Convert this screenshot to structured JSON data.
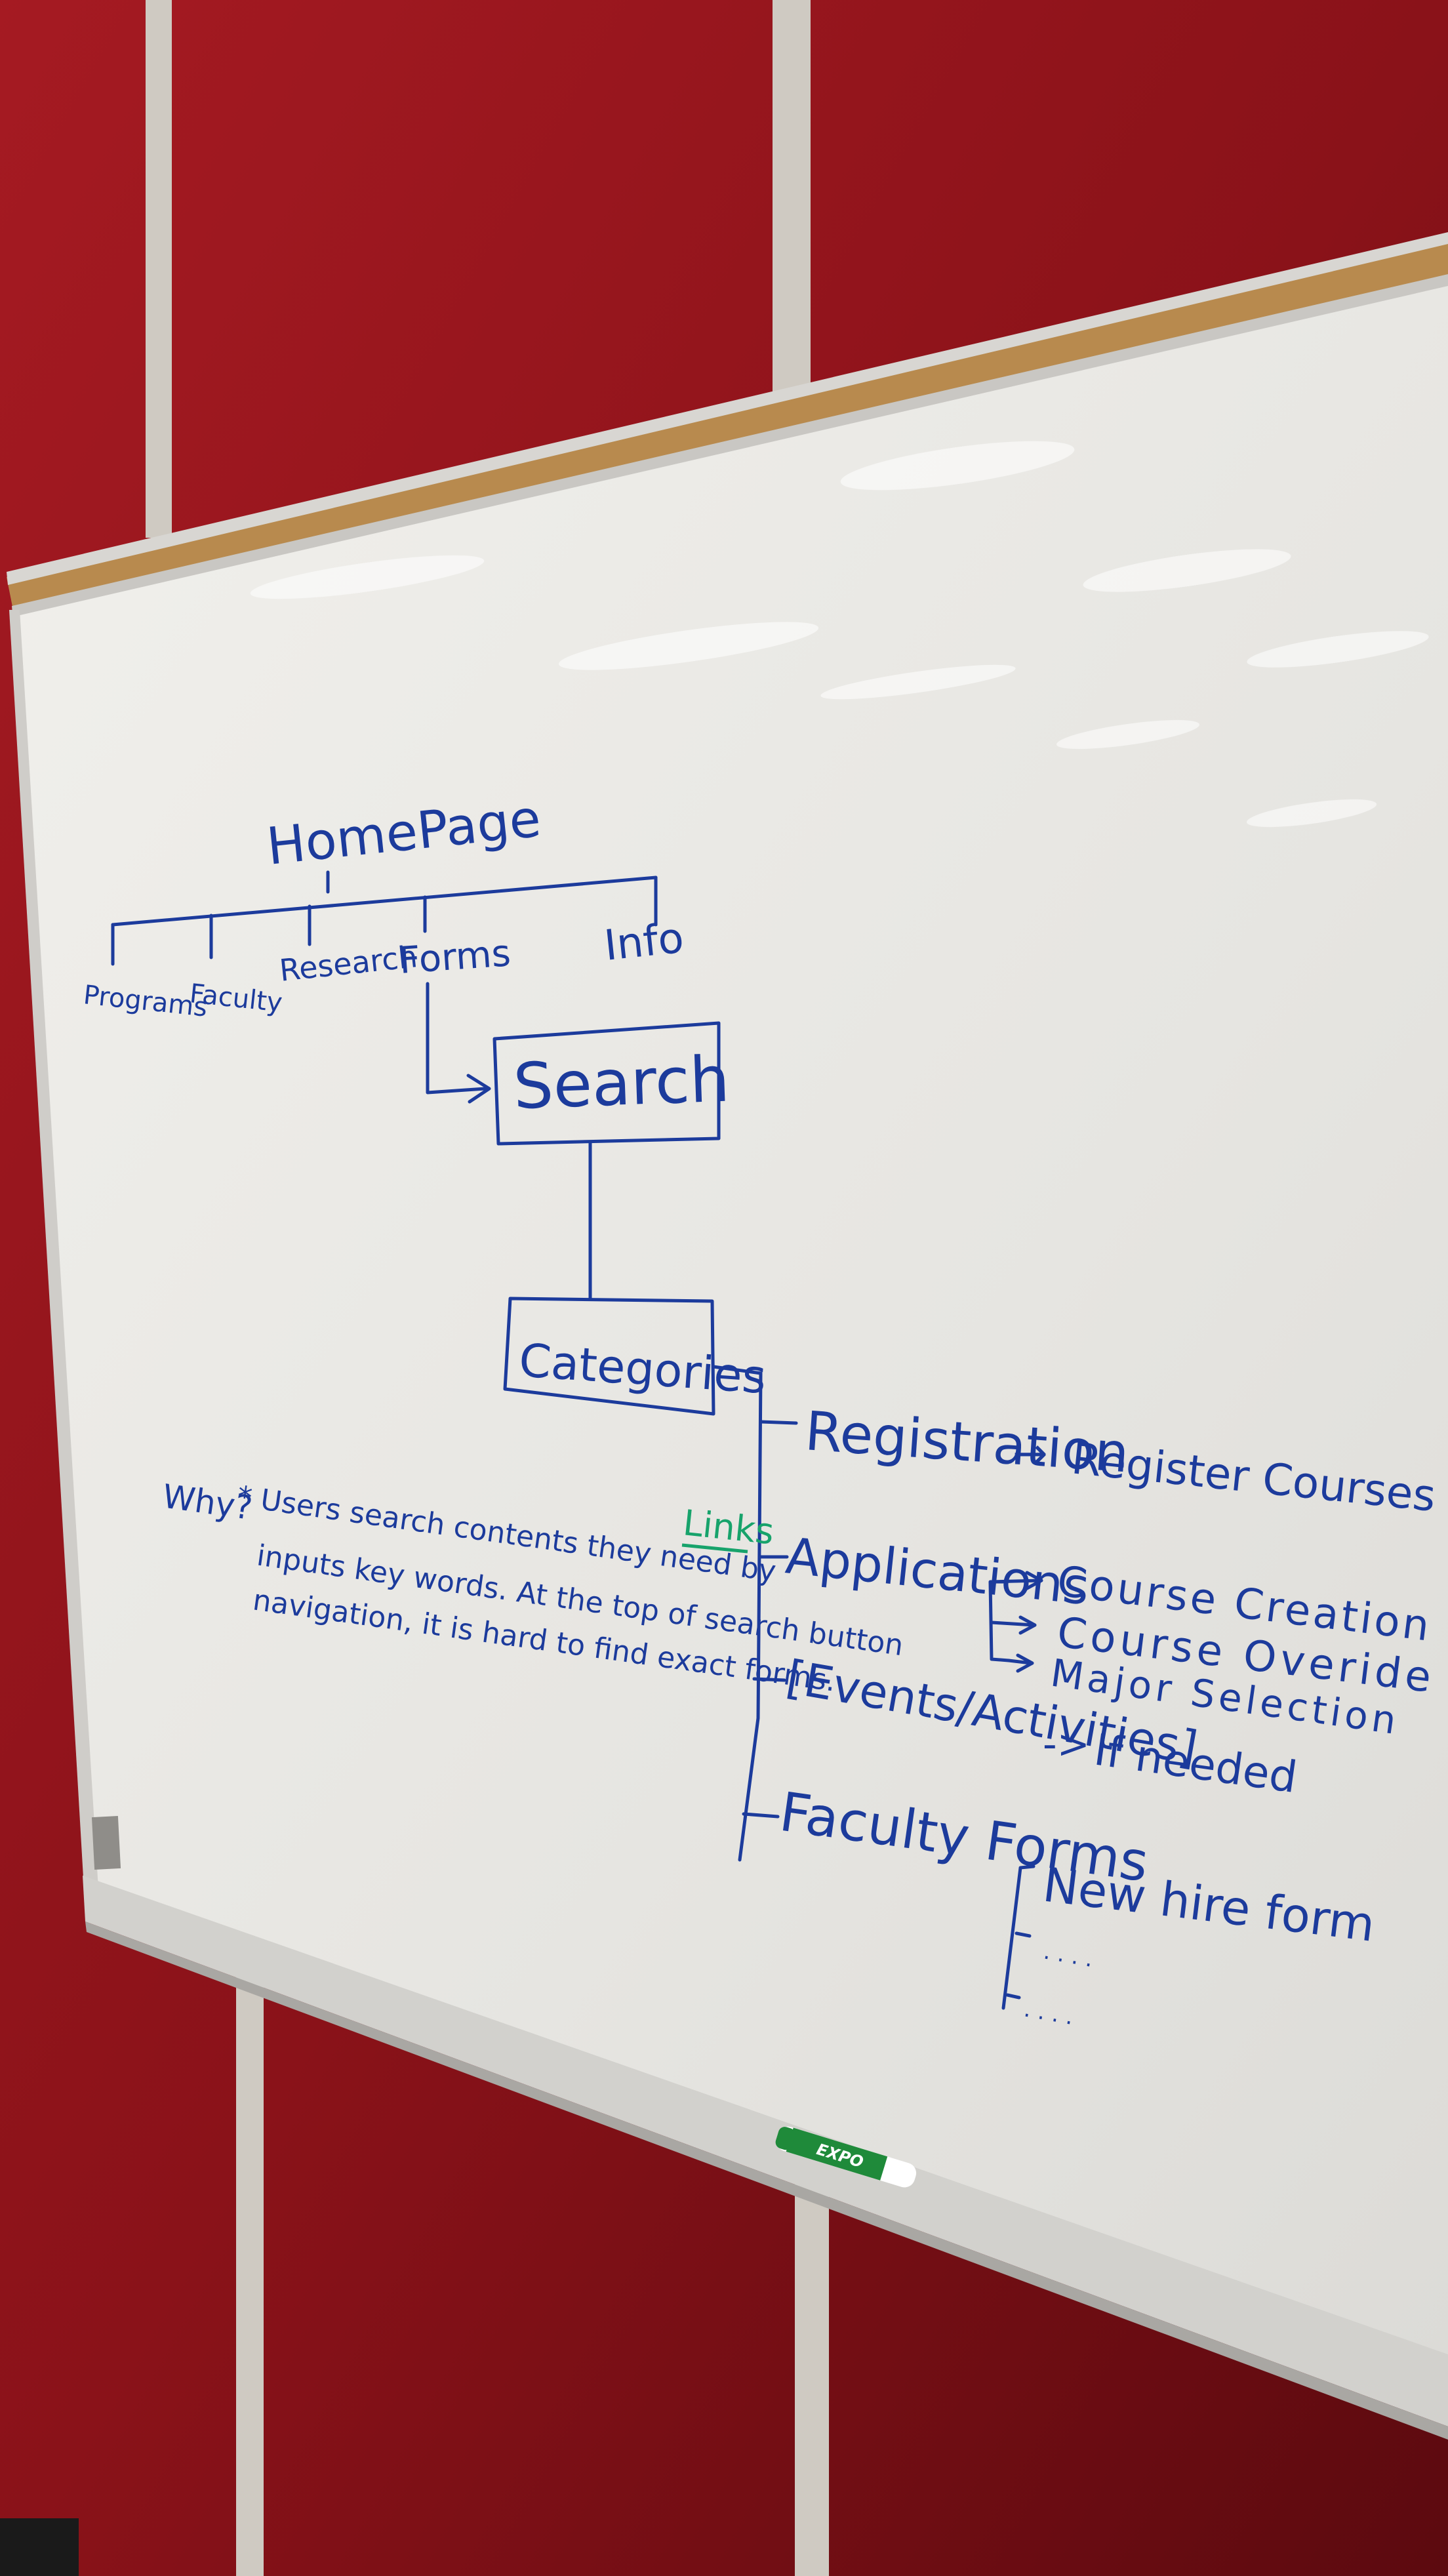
{
  "diagram": {
    "root": "HomePage",
    "nav_items": [
      "Programs",
      "Faculty",
      "Research",
      "Forms",
      "Info"
    ],
    "search_box": "Search",
    "categories_box": "Categories",
    "links_label": "Links",
    "categories": [
      {
        "label": "Registration",
        "arrow": "→",
        "targets": [
          "Register Courses"
        ]
      },
      {
        "label": "Applications",
        "arrow": "→",
        "targets": [
          "Course Creation",
          "Course Overide",
          "Major Selection"
        ]
      },
      {
        "label": "[Events/Activities]",
        "arrow": "->",
        "targets": [
          "If needed"
        ]
      },
      {
        "label": "Faculty Forms",
        "arrow": "",
        "targets": [
          "New hire form",
          ". . . .",
          ". . . ."
        ]
      }
    ],
    "note": {
      "why": "Why?",
      "lines": [
        "* Users search contents they need by",
        "inputs key words. At the top of search button",
        "navigation, it is hard to find exact forms."
      ]
    }
  },
  "marker": {
    "brand": "EXPO",
    "color": "#1f8a3a"
  },
  "colors": {
    "wall": "#7a0f14",
    "board": "#e7e6e2",
    "ink_blue": "#1c3b9c",
    "ink_green": "#17a36b",
    "cork": "#b88a4e"
  }
}
